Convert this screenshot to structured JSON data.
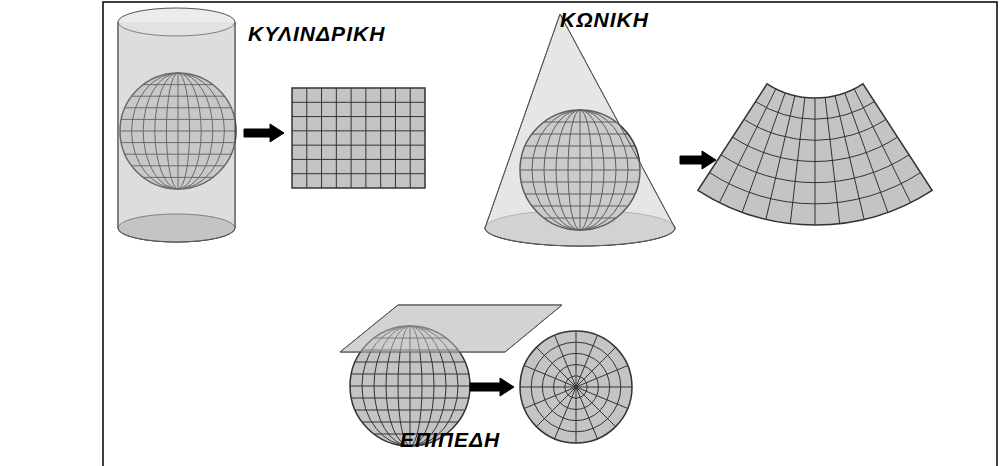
{
  "diagram": {
    "labels": [
      "ΚΥΛΙΝΔΡΙΚΗ",
      "ΚΩΝΙΚΗ",
      "ΕΠΙΠΕΔΗ"
    ]
  }
}
